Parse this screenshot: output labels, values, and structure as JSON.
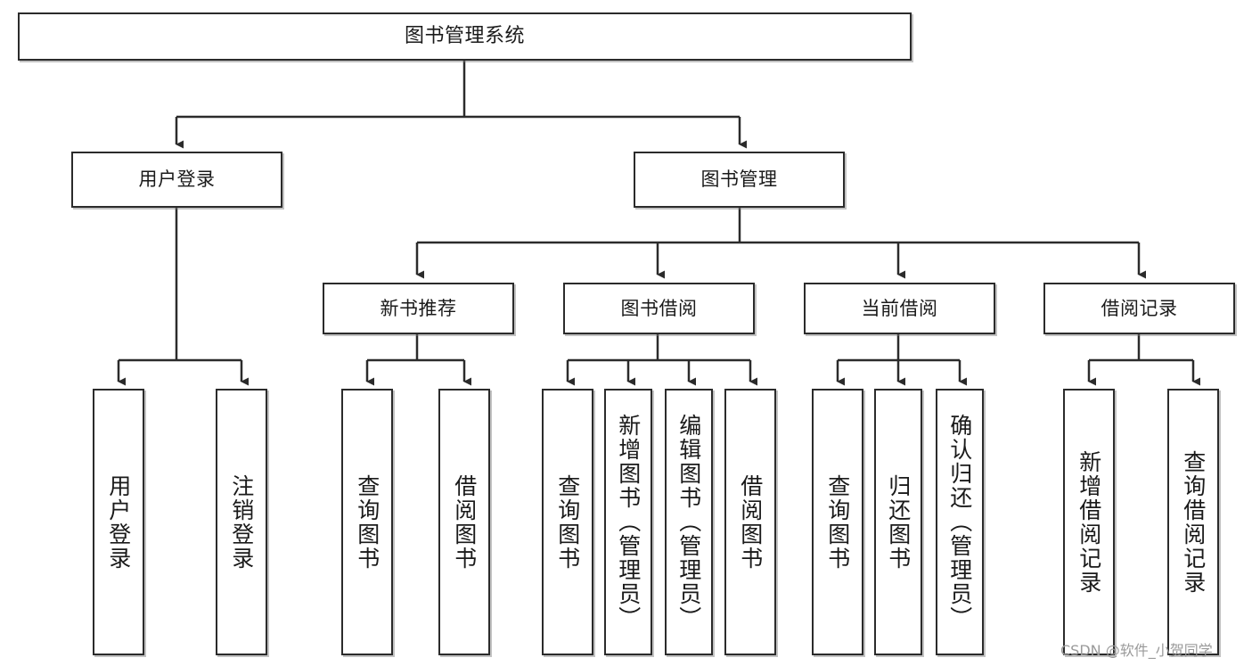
{
  "diagram": {
    "title": "图书管理系统",
    "type": "hierarchy-tree",
    "orientation": "top-down",
    "colors": {
      "node_border": "#2b2b2b",
      "node_fill": "#ffffff",
      "edge": "#2b2b2b",
      "text": "#1a1a1a",
      "watermark": "#9a9a9a"
    },
    "levels": {
      "root": {
        "label": "图书管理系统"
      },
      "level1": [
        {
          "id": "user-login",
          "label": "用户登录"
        },
        {
          "id": "book-manage",
          "label": "图书管理"
        }
      ],
      "level2": [
        {
          "id": "new-book-recommend",
          "label": "新书推荐",
          "parent": "book-manage"
        },
        {
          "id": "book-borrow",
          "label": "图书借阅",
          "parent": "book-manage"
        },
        {
          "id": "current-borrow",
          "label": "当前借阅",
          "parent": "book-manage"
        },
        {
          "id": "borrow-record",
          "label": "借阅记录",
          "parent": "book-manage"
        }
      ],
      "leaves": [
        {
          "id": "leaf-user-login",
          "label": "用户登录",
          "parent": "user-login"
        },
        {
          "id": "leaf-logout-login",
          "label": "注销登录",
          "parent": "user-login"
        },
        {
          "id": "leaf-query-book-1",
          "label": "查询图书",
          "parent": "new-book-recommend"
        },
        {
          "id": "leaf-borrow-book-1",
          "label": "借阅图书",
          "parent": "new-book-recommend"
        },
        {
          "id": "leaf-query-book-2",
          "label": "查询图书",
          "parent": "book-borrow"
        },
        {
          "id": "leaf-add-book",
          "label": "新增图书（管理员）",
          "parent": "book-borrow"
        },
        {
          "id": "leaf-edit-book",
          "label": "编辑图书（管理员）",
          "parent": "book-borrow"
        },
        {
          "id": "leaf-borrow-book-2",
          "label": "借阅图书",
          "parent": "book-borrow"
        },
        {
          "id": "leaf-query-book-3",
          "label": "查询图书",
          "parent": "current-borrow"
        },
        {
          "id": "leaf-return-book",
          "label": "归还图书",
          "parent": "current-borrow"
        },
        {
          "id": "leaf-confirm-return",
          "label": "确认归还（管理员）",
          "parent": "current-borrow"
        },
        {
          "id": "leaf-add-record",
          "label": "新增借阅记录",
          "parent": "borrow-record"
        },
        {
          "id": "leaf-query-record",
          "label": "查询借阅记录",
          "parent": "borrow-record"
        }
      ]
    }
  },
  "watermark": {
    "text": "CSDN @软件_小贺同学"
  }
}
